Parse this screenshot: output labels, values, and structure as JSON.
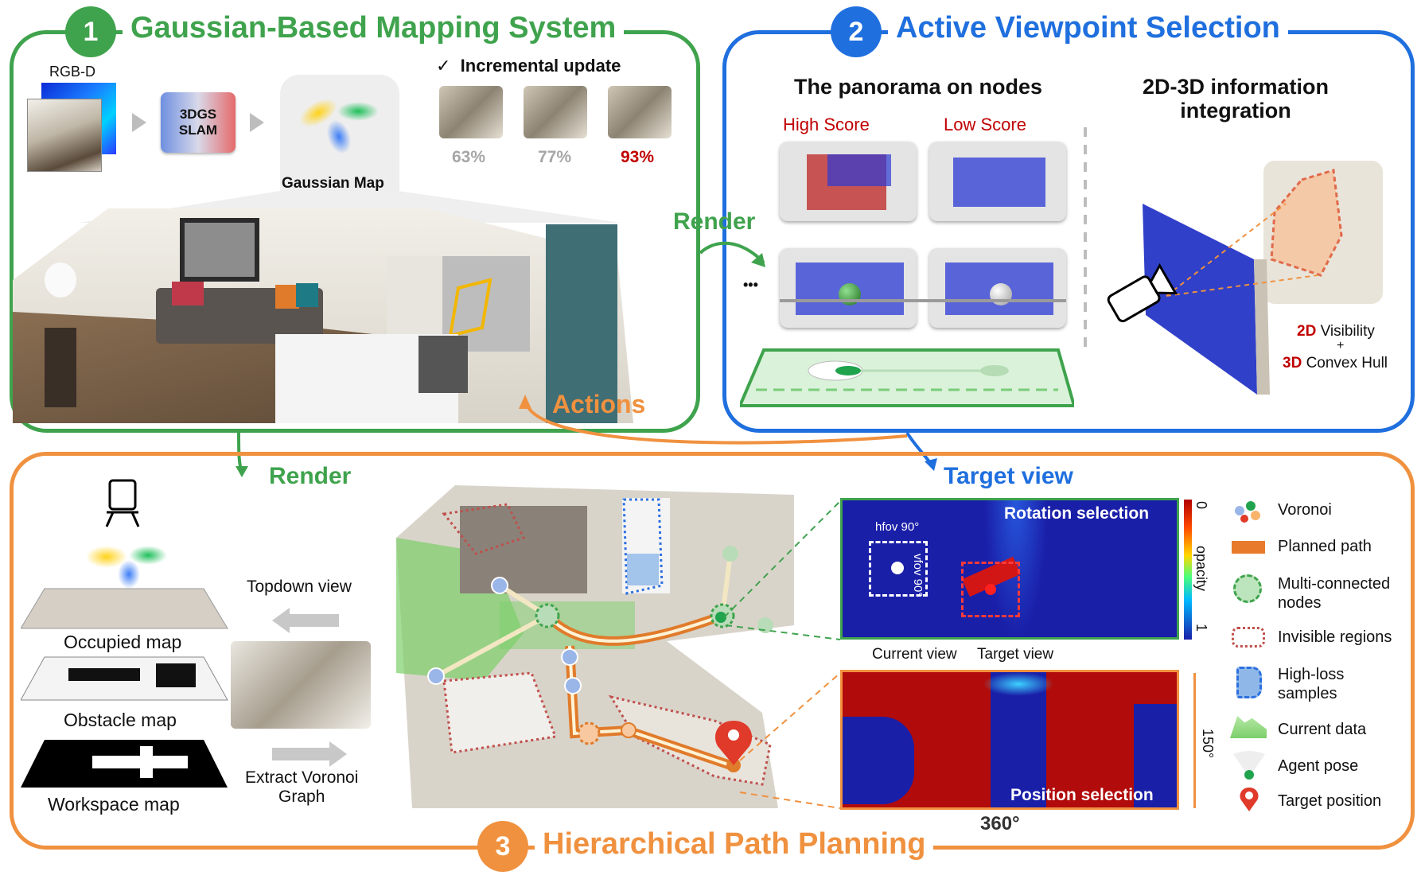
{
  "section1": {
    "number": "1",
    "title": "Gaussian-Based Mapping System",
    "rgbd_label": "RGB-D",
    "slam_label_line1": "3DGS",
    "slam_label_line2": "SLAM",
    "gaussian_map_label": "Gaussian Map",
    "incremental_label": "Incremental update",
    "check_mark": "✓",
    "progress": [
      "63%",
      "77%",
      "93%"
    ],
    "actions_label": "Actions",
    "colors": {
      "border": "#3fa34d",
      "progress_highlight": "#c00000",
      "progress_normal": "#a6a6a6"
    }
  },
  "section2": {
    "number": "2",
    "title": "Active Viewpoint Selection",
    "render_label": "Render",
    "panorama_title": "The panorama on nodes",
    "high_score": "High Score",
    "low_score": "Low Score",
    "ellipsis": "•••",
    "integration_title_line1": "2D-3D information",
    "integration_title_line2": "integration",
    "vis_2d": "2D",
    "vis_word": " Visibility",
    "plus": "+",
    "hull_3d": "3D",
    "hull_word": " Convex Hull",
    "colors": {
      "border": "#1f6fde",
      "score": "#c00000"
    }
  },
  "section3": {
    "number": "3",
    "title": "Hierarchical Path Planning",
    "render_label": "Render",
    "target_view_label": "Target view",
    "occupied_map": "Occupied map",
    "obstacle_map": "Obstacle map",
    "workspace_map": "Workspace map",
    "topdown_view": "Topdown view",
    "voronoi_line1": "Extract Voronoi",
    "voronoi_line2": "Graph",
    "rotation_selection": "Rotation selection",
    "position_selection": "Position selection",
    "hfov": "hfov 90°",
    "vfov": "vfov 90°",
    "current_view": "Current view",
    "target_view": "Target view",
    "colorbar_top": "0",
    "colorbar_mid": "opacity",
    "colorbar_bottom": "1",
    "deg150": "150°",
    "deg360": "360°",
    "colors": {
      "border": "#f0913f"
    }
  },
  "legend": [
    {
      "icon": "voronoi-icon",
      "label": "Voronoi"
    },
    {
      "icon": "planned-path-icon",
      "label": "Planned path"
    },
    {
      "icon": "multi-connected-node-icon",
      "label": "Multi-connected\nnodes"
    },
    {
      "icon": "invisible-region-icon",
      "label": "Invisible regions"
    },
    {
      "icon": "high-loss-icon",
      "label": "High-loss\nsamples"
    },
    {
      "icon": "current-data-icon",
      "label": "Current data"
    },
    {
      "icon": "agent-pose-icon",
      "label": "Agent pose"
    },
    {
      "icon": "target-position-icon",
      "label": "Target position"
    }
  ]
}
